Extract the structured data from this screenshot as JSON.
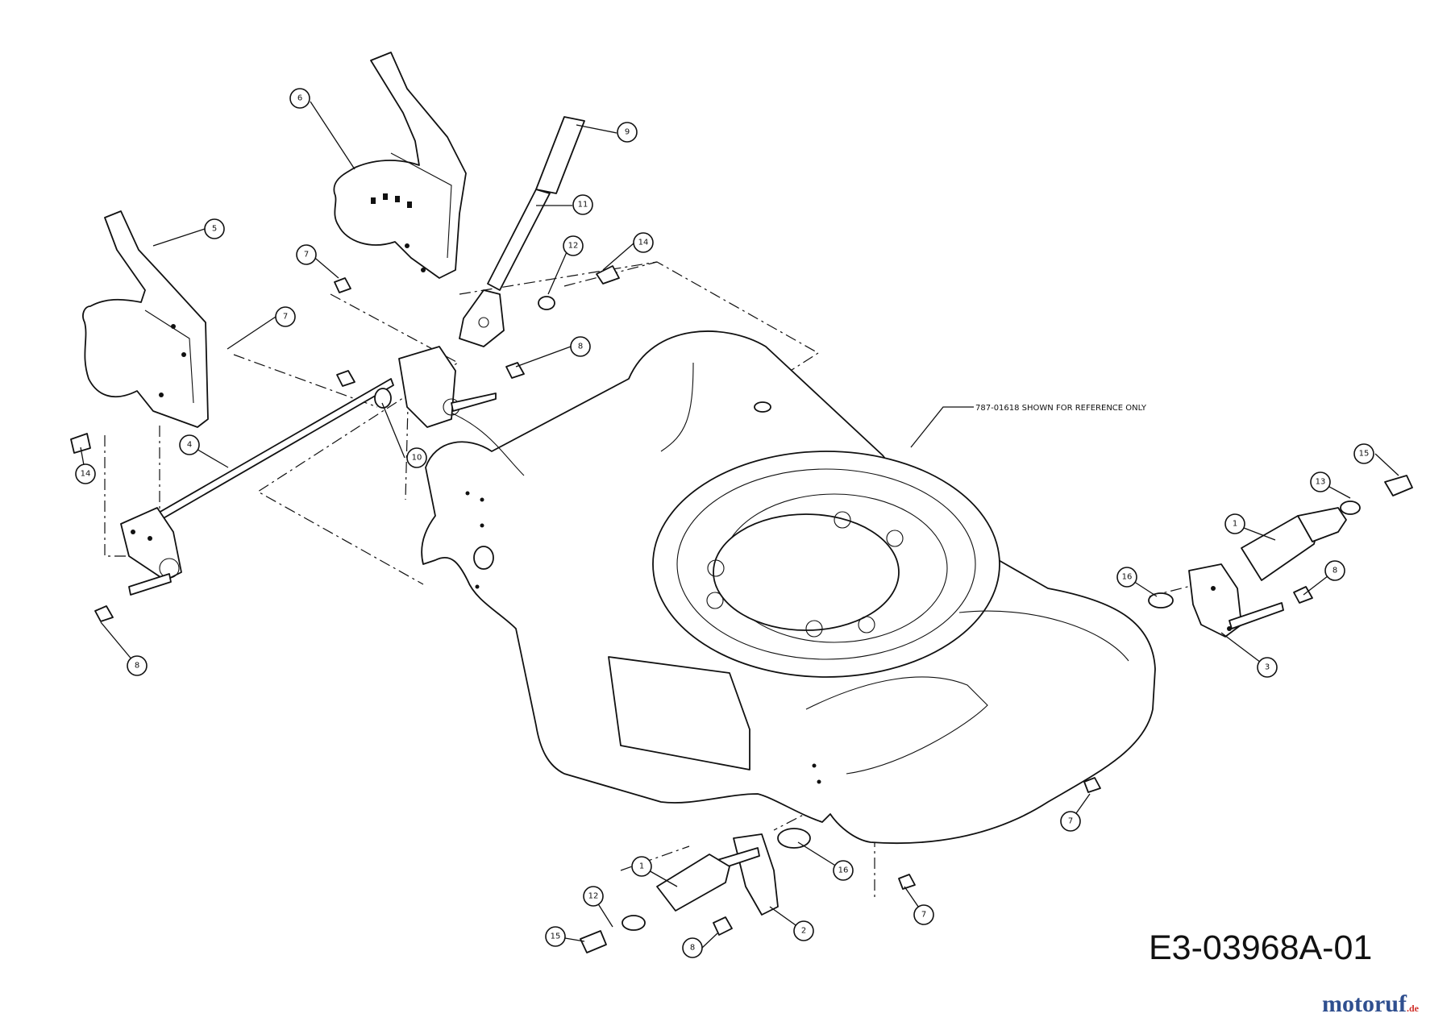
{
  "diagram": {
    "reference_note": "787-01618 SHOWN FOR REFERENCE ONLY",
    "code": "E3-03968A-01",
    "watermark": {
      "name": "motoruf",
      "suffix": ".de",
      "color_blue": "#2f4f8f",
      "color_red": "#d0302a"
    }
  },
  "callouts": [
    {
      "id": "c9a",
      "label": "9"
    },
    {
      "id": "c6",
      "label": "6"
    },
    {
      "id": "c11",
      "label": "11"
    },
    {
      "id": "c5",
      "label": "5"
    },
    {
      "id": "c7a",
      "label": "7"
    },
    {
      "id": "c12a",
      "label": "12"
    },
    {
      "id": "c14a",
      "label": "14"
    },
    {
      "id": "c7b",
      "label": "7"
    },
    {
      "id": "c8a",
      "label": "8"
    },
    {
      "id": "c10",
      "label": "10"
    },
    {
      "id": "c4",
      "label": "4"
    },
    {
      "id": "c14b",
      "label": "14"
    },
    {
      "id": "c15a",
      "label": "15"
    },
    {
      "id": "c13",
      "label": "13"
    },
    {
      "id": "c1a",
      "label": "1"
    },
    {
      "id": "c16a",
      "label": "16"
    },
    {
      "id": "c8b",
      "label": "8"
    },
    {
      "id": "c3",
      "label": "3"
    },
    {
      "id": "c8c",
      "label": "8"
    },
    {
      "id": "c7c",
      "label": "7"
    },
    {
      "id": "c16b",
      "label": "16"
    },
    {
      "id": "c1b",
      "label": "1"
    },
    {
      "id": "c12b",
      "label": "12"
    },
    {
      "id": "c2",
      "label": "2"
    },
    {
      "id": "c7d",
      "label": "7"
    },
    {
      "id": "c15b",
      "label": "15"
    },
    {
      "id": "c8d",
      "label": "8"
    }
  ]
}
